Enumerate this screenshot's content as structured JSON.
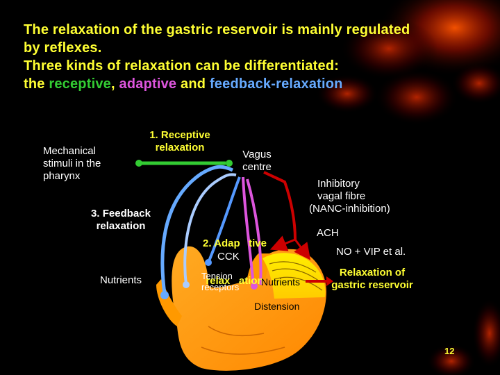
{
  "heading": {
    "line1": "The relaxation of the gastric reservoir is mainly regulated",
    "line2": "by reflexes.",
    "line3": "Three kinds of relaxation can be differentiated:",
    "line4_prefix": "the ",
    "receptive": "receptive",
    "sep1": ", ",
    "adaptive": "adaptive",
    "sep2": " and ",
    "feedback": "feedback-relaxation"
  },
  "labels": {
    "mechanical_1": "Mechanical",
    "mechanical_2": "stimuli in the",
    "mechanical_3": "pharynx",
    "receptive_1": "1. Receptive",
    "receptive_2": "relaxation",
    "vagus_1": "Vagus",
    "vagus_2": "centre",
    "feedback_1": "3. Feedback",
    "feedback_2": "relaxation",
    "adaptive_1": "2. Adap   tive",
    "adaptive_2": "relax   ation",
    "inhibitory_1": "Inhibitory",
    "inhibitory_2": "vagal fibre",
    "inhibitory_3": "(NANC-inhibition)",
    "ach": "ACH",
    "no_vip": "NO + VIP et al.",
    "cck": "CCK",
    "nutrients_left": "Nutrients",
    "tension_1": "Tension",
    "tension_2": "receptors",
    "nutrients_stomach": "Nutrients",
    "relax_result_1": "Relaxation of",
    "relax_result_2": "gastric reservoir",
    "distension": "Distension"
  },
  "slide_number": "12",
  "colors": {
    "background": "#000000",
    "heading": "#ffff33",
    "receptive": "#33cc33",
    "adaptive": "#dd55dd",
    "feedback": "#66aaff",
    "stomach": "#ff9900",
    "nerve_red": "#cc0000"
  }
}
